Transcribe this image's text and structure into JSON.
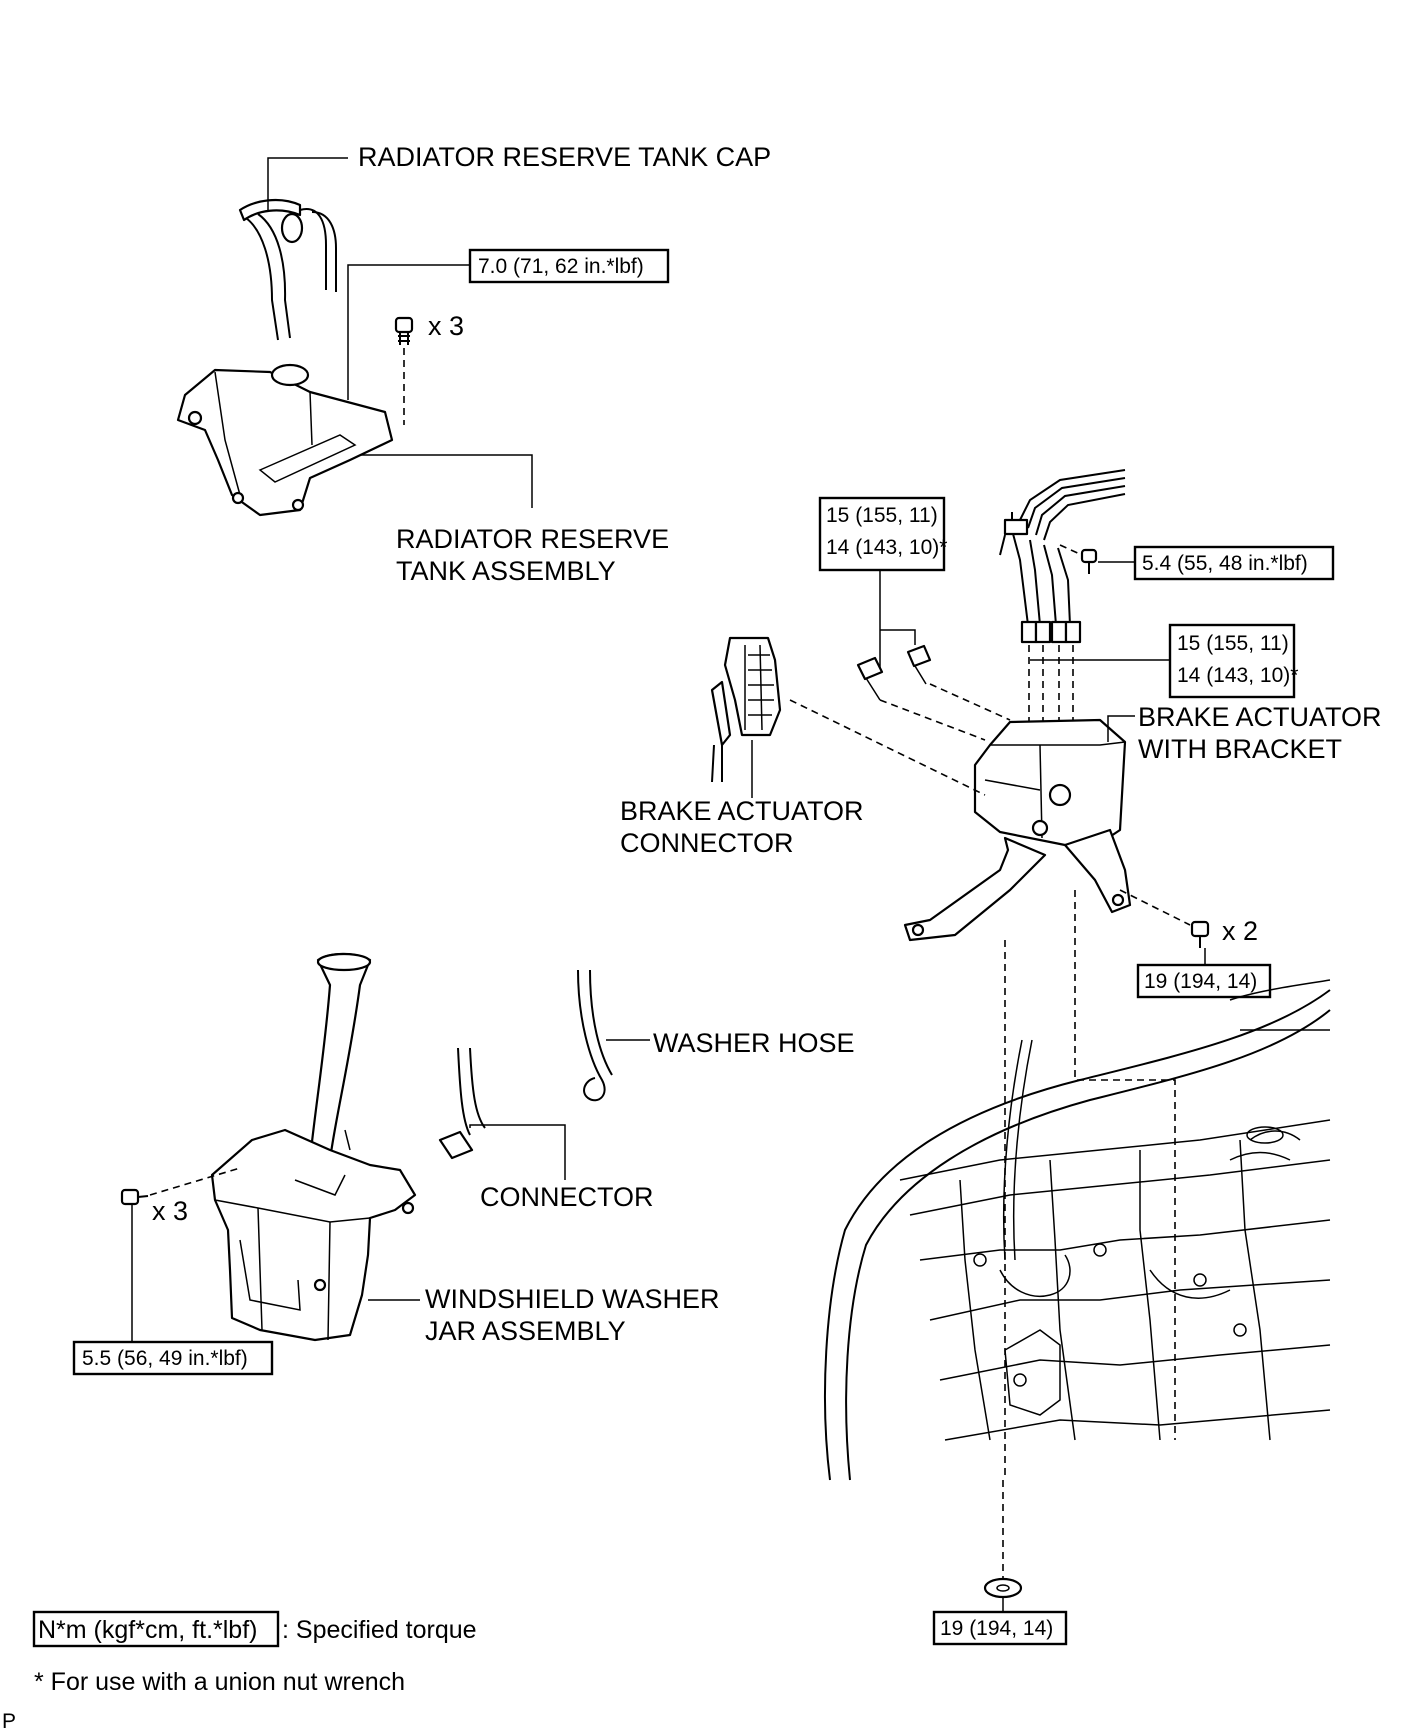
{
  "labels": {
    "radiator_cap": "RADIATOR RESERVE TANK CAP",
    "radiator_tank_l1": "RADIATOR RESERVE",
    "radiator_tank_l2": "TANK ASSEMBLY",
    "actuator_l1": "BRAKE ACTUATOR",
    "actuator_l2": "WITH BRACKET",
    "connector_l1": "BRAKE ACTUATOR",
    "connector_l2": "CONNECTOR",
    "washer_hose": "WASHER HOSE",
    "connector": "CONNECTOR",
    "washer_jar_l1": "WINDSHIELD WASHER",
    "washer_jar_l2": "JAR ASSEMBLY"
  },
  "quantities": {
    "tank_bolts": "x 3",
    "bracket_bolts": "x 2",
    "jar_bolts": "x 3"
  },
  "torques": {
    "tank_bolt": "7.0 (71, 62 in.*lbf)",
    "brake_line_l1": "15 (155, 11)",
    "brake_line_l2": "14 (143, 10)*",
    "right_line_l1": "15 (155, 11)",
    "right_line_l2": "14 (143, 10)*",
    "actuator_bolt": "5.4 (55, 48 in.*lbf)",
    "bracket_bolt": "19 (194, 14)",
    "bottom_nut": "19 (194, 14)",
    "jar_bolt": "5.5 (56, 49 in.*lbf)"
  },
  "legend": {
    "unit_box": "N*m (kgf*cm, ft.*lbf)",
    "unit_desc": ": Specified torque",
    "footnote": "* For use with a union nut wrench",
    "corner_mark": "P"
  }
}
